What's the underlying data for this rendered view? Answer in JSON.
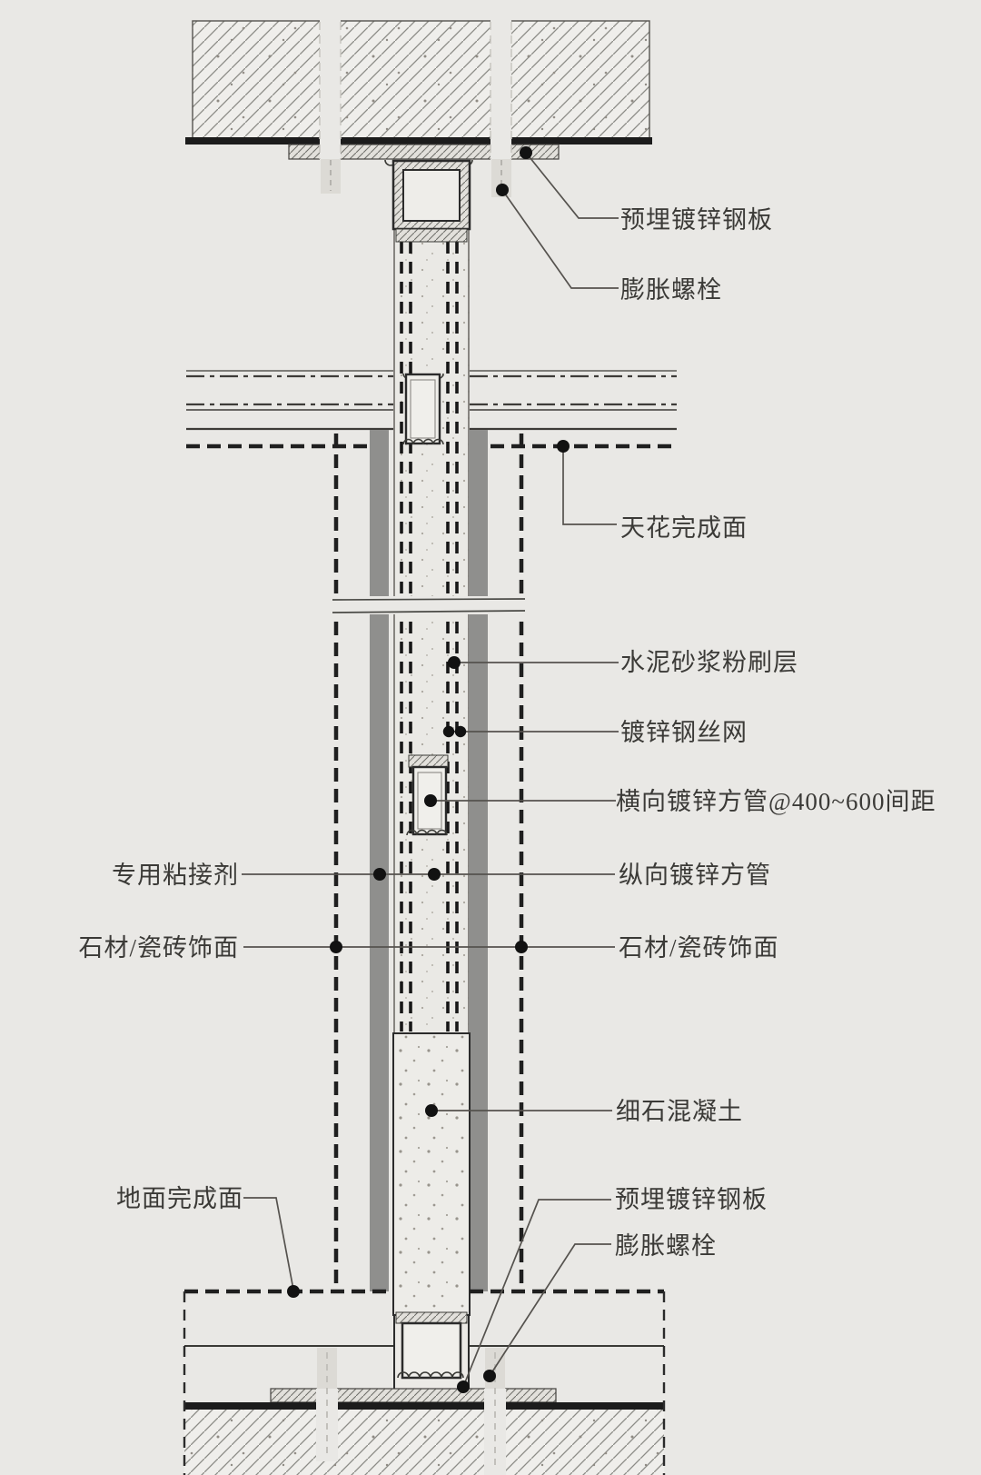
{
  "drawing_type": "construction-detail-section",
  "colors": {
    "paper": "#e9e8e5",
    "line": "#2b2b2b",
    "gray_strip": "#8f8f8d",
    "label_text": "#3b3a37"
  },
  "labels": {
    "plate_top": "预埋镀锌钢板",
    "bolt_top": "膨胀螺栓",
    "ceiling_finish": "天花完成面",
    "mortar_layer": "水泥砂浆粉刷层",
    "wire_mesh": "镀锌钢丝网",
    "horizontal_tube": "横向镀锌方管@400~600间距",
    "vertical_tube": "纵向镀锌方管",
    "stone_finish_right": "石材/瓷砖饰面",
    "adhesive": "专用粘接剂",
    "stone_finish_left": "石材/瓷砖饰面",
    "concrete": "细石混凝土",
    "floor_finish": "地面完成面",
    "plate_bottom": "预埋镀锌钢板",
    "bolt_bottom": "膨胀螺栓"
  }
}
